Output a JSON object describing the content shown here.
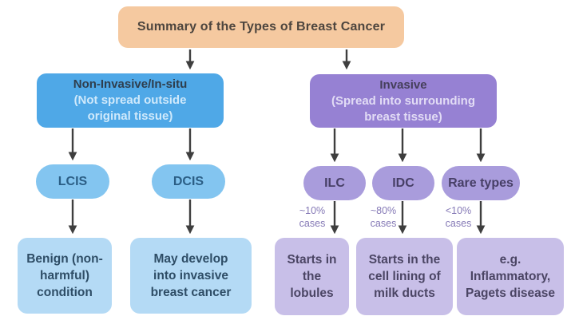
{
  "root": {
    "title": "Summary of the Types of Breast Cancer"
  },
  "branches": [
    {
      "id": "non-invasive",
      "title": "Non-Invasive/In-situ",
      "subtitle": "(Not spread outside\noriginal tissue)",
      "children": [
        {
          "label": "LCIS",
          "note": "",
          "outcome": "Benign  (non-\nharmful)\ncondition"
        },
        {
          "label": "DCIS",
          "note": "",
          "outcome": "May develop\ninto invasive\nbreast cancer"
        }
      ]
    },
    {
      "id": "invasive",
      "title": "Invasive",
      "subtitle": "(Spread into surrounding\nbreast tissue)",
      "children": [
        {
          "label": "ILC",
          "note": "~10%\ncases",
          "outcome": "Starts in\nthe\nlobules"
        },
        {
          "label": "IDC",
          "note": "~80%\ncases",
          "outcome": "Starts in the\ncell lining of\nmilk ducts"
        },
        {
          "label": "Rare types",
          "note": "<10%\ncases",
          "outcome": "e.g.\nInflammatory,\nPagets disease"
        }
      ]
    }
  ],
  "colors": {
    "root_bg": "#f5c9a0",
    "root_text": "#4d453e",
    "left_bg": "#4fa8e7",
    "left_title_text": "#2f3e4d",
    "left_subtitle_text": "#cfe9fb",
    "left_pill_bg": "#83c5f0",
    "left_pill_text": "#2b5e85",
    "left_leaf_bg": "#b4daf5",
    "left_leaf_text": "#2e4d66",
    "right_bg": "#9681d3",
    "right_title_text": "#453f5a",
    "right_subtitle_text": "#e2dcf5",
    "right_pill_bg": "#a99cdc",
    "right_pill_text": "#473f66",
    "right_leaf_bg": "#c8bfe8",
    "right_leaf_text": "#4b4564",
    "note_text": "#8579b6",
    "arrow": "#3e3e3e"
  }
}
